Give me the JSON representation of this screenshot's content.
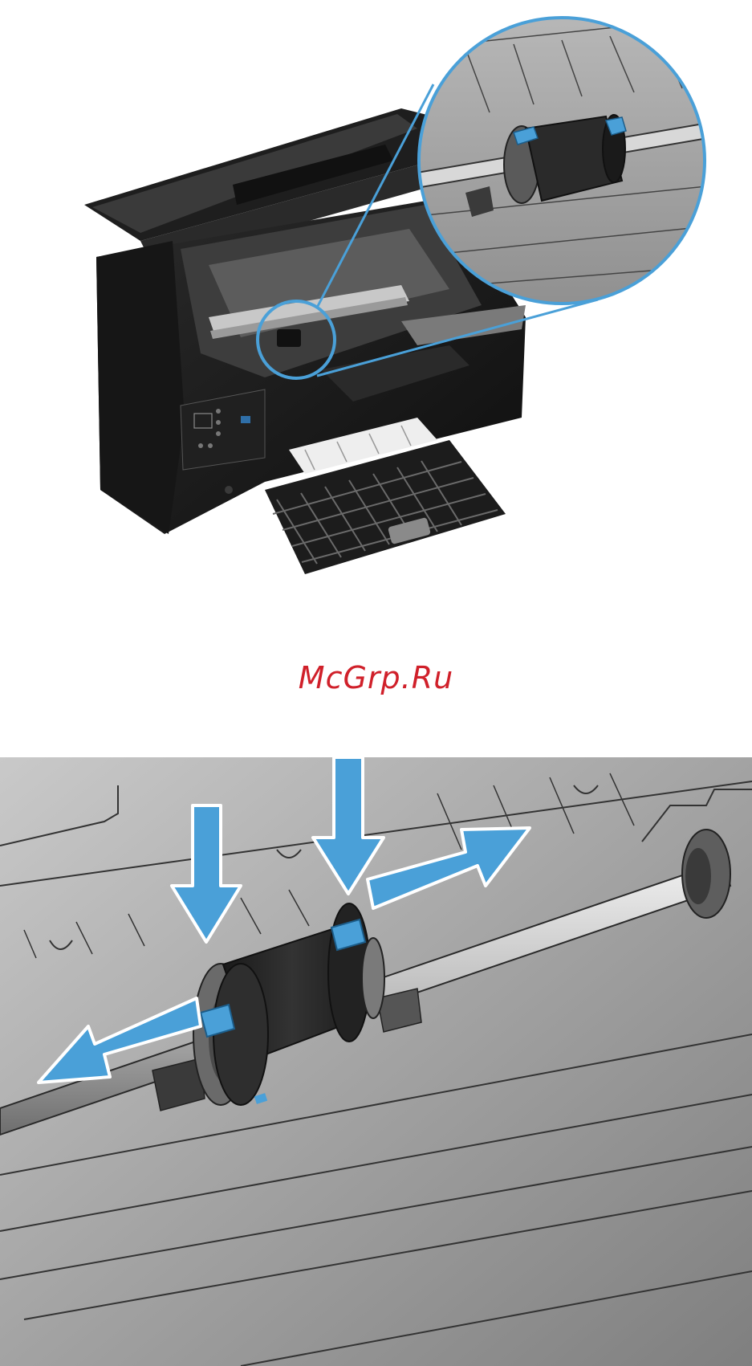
{
  "watermark": {
    "text": "McGrp.Ru"
  },
  "colors": {
    "accent_blue": "#4aa0d8",
    "printer_body": "#1b1b1b",
    "roller_rubber": "#2a2a2a",
    "background_gray": "#a9a9a9",
    "watermark_red": "#d0202a"
  },
  "icons": {
    "top": "printer-with-open-lid-and-magnified-pickup-roller",
    "bottom": "pickup-roller-removal-closeup-with-arrows"
  }
}
